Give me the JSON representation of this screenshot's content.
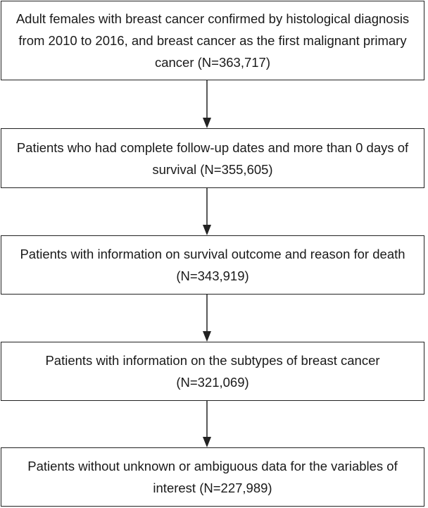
{
  "flowchart": {
    "steps": [
      {
        "text": "Adult females with breast cancer confirmed by histological diagnosis from 2010 to 2016, and breast cancer as the first malignant primary cancer (N=363,717)"
      },
      {
        "text": "Patients who had complete follow-up dates and more than 0 days of survival (N=355,605)"
      },
      {
        "text": "Patients with information on survival outcome and reason for death (N=343,919)"
      },
      {
        "text": "Patients with information on the subtypes of breast cancer (N=321,069)"
      },
      {
        "text": "Patients without unknown or ambiguous data for the variables of interest (N=227,989)"
      }
    ]
  },
  "colors": {
    "border": "#222222",
    "arrow": "#222222",
    "text": "#1a1a1a",
    "background": "#ffffff"
  }
}
